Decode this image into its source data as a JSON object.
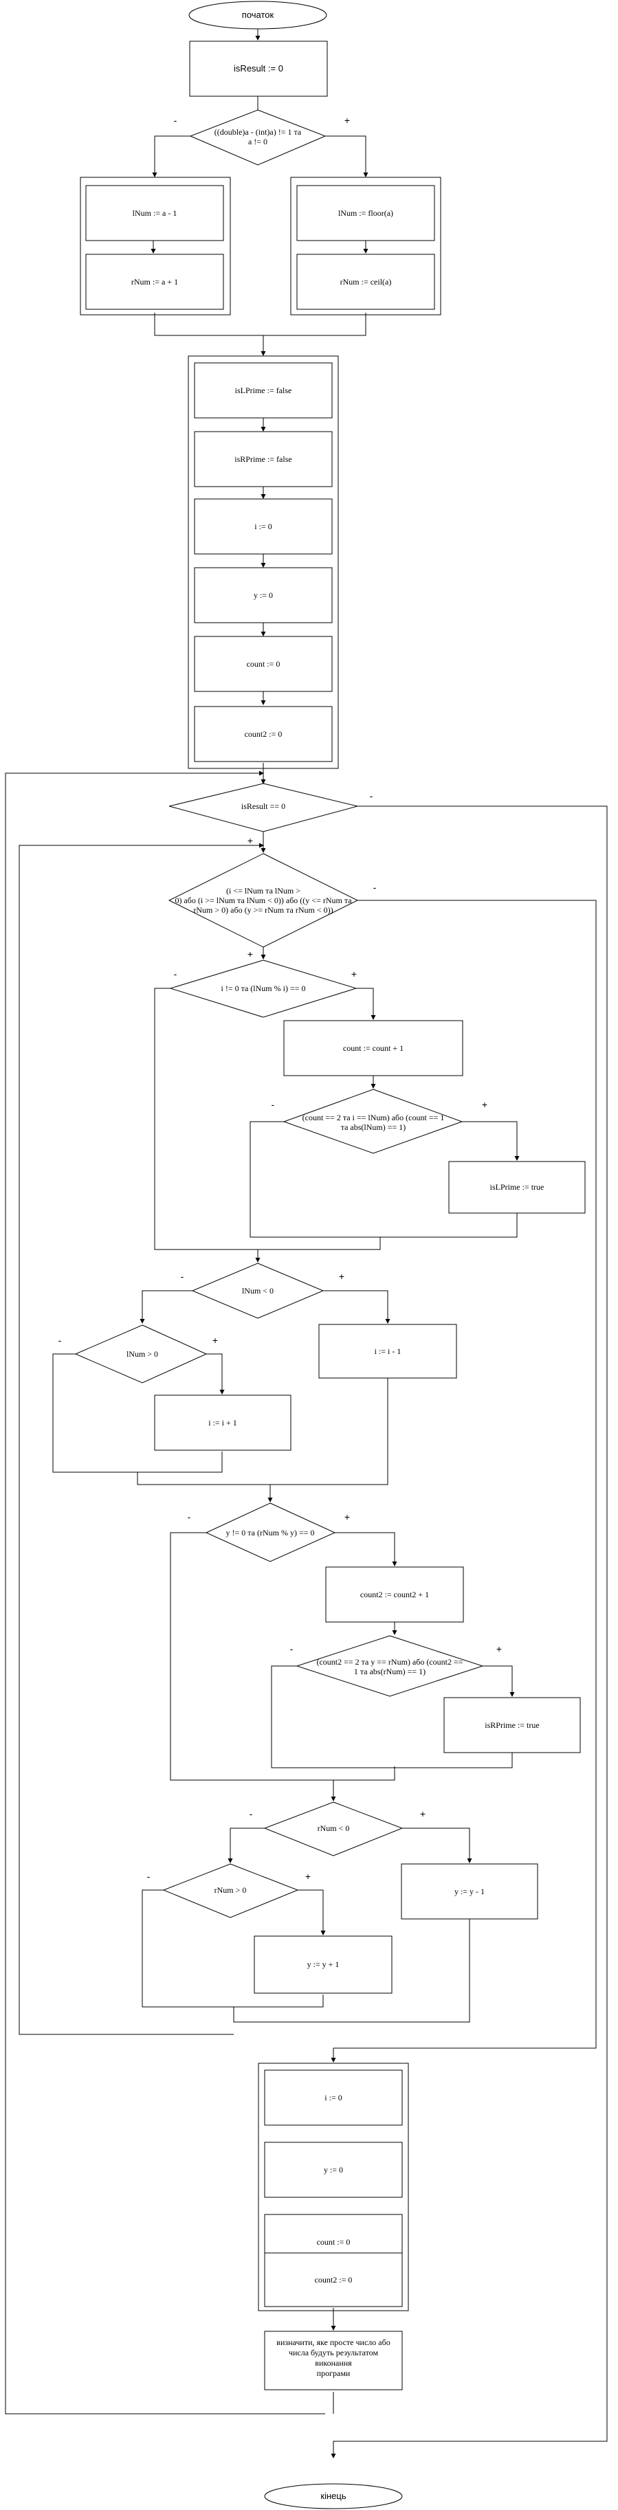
{
  "terminals": {
    "start": "початок",
    "end": "кінець"
  },
  "steps": {
    "is_result_init": "isResult := 0",
    "cond_fraction": [
      "((double)a - (int)a) != 1 та",
      "a != 0"
    ],
    "lnum_a_minus_1": "lNum := a - 1",
    "rnum_a_plus_1": "rNum := a + 1",
    "lnum_floor": "lNum := floor(a)",
    "rnum_ceil": "rNum := ceil(a)",
    "is_lprime_false": "isLPrime := false",
    "is_rprime_false": "isRPrime := false",
    "i_init": "i := 0",
    "y_init": "y := 0",
    "count_init": "count := 0",
    "count2_init": "count2 := 0",
    "cond_is_result": "isResult == 0",
    "cond_loop": [
      "(i <= lNum та lNum >",
      "0) або (i >= lNum та lNum < 0)) або ((y <= rNum та",
      "rNum > 0) або (y >= rNum та rNum < 0))"
    ],
    "cond_i_divides": "i != 0 та (lNum % i) == 0",
    "count_inc": "count := count + 1",
    "cond_lprime": [
      "(count == 2 та i == lNum) або (count == 1",
      "та abs(lNum) == 1)"
    ],
    "is_lprime_true": "isLPrime := true",
    "cond_lnum_neg": "lNum < 0",
    "cond_lnum_pos": "lNum > 0",
    "i_dec": "i := i - 1",
    "i_inc": "i := i + 1",
    "cond_y_divides": "y != 0 та (rNum % y) == 0",
    "count2_inc": "count2 := count2 + 1",
    "cond_rprime": [
      "(count2 == 2 та y == rNum) або (count2 ==",
      "1 та abs(rNum) == 1)"
    ],
    "is_rprime_true": "isRPrime := true",
    "cond_rnum_neg": "rNum < 0",
    "cond_rnum_pos": "rNum > 0",
    "y_dec": "y := y - 1",
    "y_inc": "y := y + 1",
    "i_reset": "i := 0",
    "y_reset": "y := 0",
    "count_reset": "count := 0",
    "count2_reset": "count2 := 0",
    "output": [
      "визначити, яке просте число або",
      "числа будуть результатом",
      "виконання",
      "програми"
    ]
  },
  "branch_labels": {
    "no": "-",
    "yes": "+"
  }
}
